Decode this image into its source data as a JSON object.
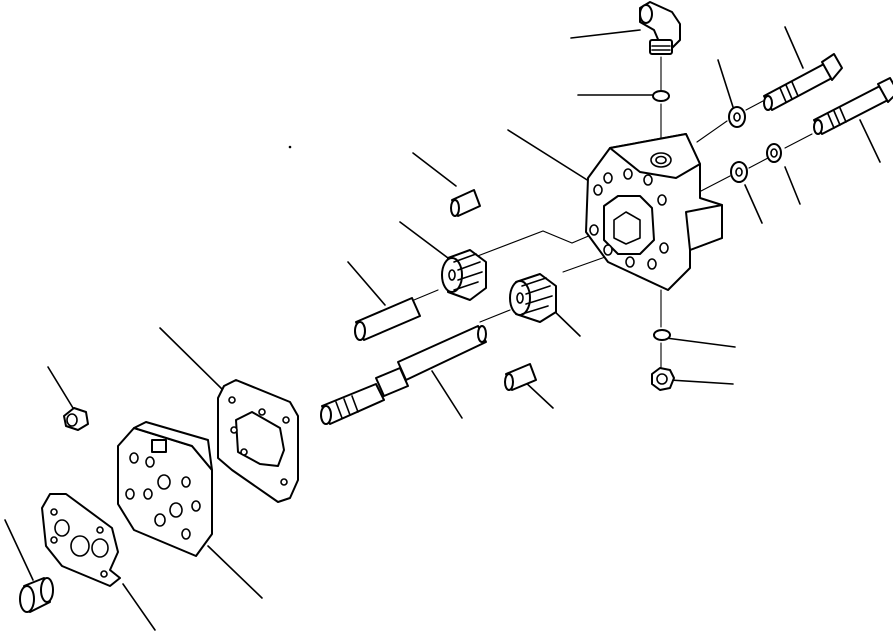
{
  "diagram": {
    "type": "exploded-parts-view",
    "parts": [
      "elbow-fitting",
      "o-ring-top",
      "pump-body",
      "washer-upper",
      "bolt-upper",
      "bolt-lower",
      "washer-lower-a",
      "washer-lower-b",
      "dowel-pin-upper",
      "drive-gear",
      "driven-gear",
      "dowel-pin-long",
      "drive-shaft",
      "dowel-pin-lower",
      "o-ring-bottom",
      "plug",
      "gasket",
      "end-cover",
      "plate",
      "small-plug",
      "bushing"
    ]
  }
}
